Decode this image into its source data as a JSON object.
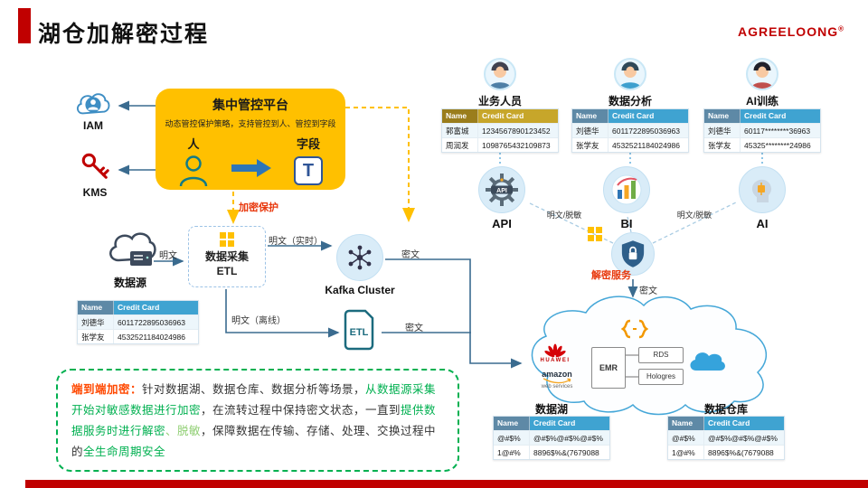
{
  "header": {
    "title": "湖仓加解密过程",
    "brand": "AGREELOONG",
    "brand_mark": "®"
  },
  "left_icons": {
    "iam": "IAM",
    "kms": "KMS"
  },
  "platform": {
    "title": "集中管控平台",
    "subtitle": "动态管控保护策略，支持管控到人、管控到字段",
    "person": "人",
    "field": "字段",
    "field_icon": "T"
  },
  "flow_labels": {
    "encrypt": "加密保护",
    "plain1": "明文",
    "plain_realtime": "明文（实时）",
    "plain_offline": "明文（离线）",
    "cipher_kafka": "密文",
    "cipher_etl": "密文",
    "cipher_decrypt": "密文",
    "masked1": "明文/脱敏",
    "masked2": "明文/脱敏",
    "decrypt_service": "解密服务"
  },
  "datasource": {
    "label": "数据源",
    "table": {
      "headers": [
        "Name",
        "Credit Card"
      ],
      "rows": [
        [
          "刘德华",
          "6011722895036963"
        ],
        [
          "张学友",
          "4532521184024986"
        ]
      ]
    }
  },
  "collect": {
    "line1": "数据采集",
    "line2": "ETL"
  },
  "kafka": {
    "label": "Kafka Cluster"
  },
  "etl_icon": {
    "label": "ETL"
  },
  "personas": [
    {
      "name": "业务人员",
      "table": {
        "headers": [
          "Name",
          "Credit Card"
        ],
        "rows": [
          [
            "郭富城",
            "1234567890123452"
          ],
          [
            "周润发",
            "1098765432109873"
          ]
        ]
      }
    },
    {
      "name": "数据分析",
      "table": {
        "headers": [
          "Name",
          "Credit Card"
        ],
        "rows": [
          [
            "刘德华",
            "6011722895036963"
          ],
          [
            "张学友",
            "4532521184024986"
          ]
        ]
      }
    },
    {
      "name": "AI训练",
      "table": {
        "headers": [
          "Name",
          "Credit Card"
        ],
        "rows": [
          [
            "刘德华",
            "60117********36963"
          ],
          [
            "张学友",
            "45325********24986"
          ]
        ]
      }
    }
  ],
  "services": {
    "api": "API",
    "bi": "BI",
    "ai": "AI"
  },
  "cloud": {
    "huawei": "HUAWEI",
    "amazon_top": "amazon",
    "amazon_bottom": "web services",
    "emr": "EMR",
    "rds": "RDS",
    "hologres": "Hologres"
  },
  "lake": {
    "title": "数据湖",
    "table": {
      "headers": [
        "Name",
        "Credit Card"
      ],
      "rows": [
        [
          "@#$%",
          "@#$%@#$%@#$%"
        ],
        [
          "1@#%",
          "8896$%&(7679088"
        ]
      ]
    }
  },
  "warehouse": {
    "title": "数据仓库",
    "table": {
      "headers": [
        "Name",
        "Credit Card"
      ],
      "rows": [
        [
          "@#$%",
          "@#$%@#$%@#$%"
        ],
        [
          "1@#%",
          "8896$%&(7679088"
        ]
      ]
    }
  },
  "description": {
    "segments": [
      {
        "text": "端到端加密：",
        "style": "orange"
      },
      {
        "text": "针对数据湖、数据仓库、数据分析等场景，",
        "style": "plain"
      },
      {
        "text": "从数据源采集开始对敏感数据进行加密",
        "style": "green"
      },
      {
        "text": "，在流转过程中保持密文状态，一直到",
        "style": "plain"
      },
      {
        "text": "提供数据服务时进行解密",
        "style": "green"
      },
      {
        "text": "、脱敏",
        "style": "lightgreen"
      },
      {
        "text": "，保障数据在传输、存储、处理、交换过程中的",
        "style": "plain"
      },
      {
        "text": "全生命周期安全",
        "style": "green"
      }
    ]
  }
}
